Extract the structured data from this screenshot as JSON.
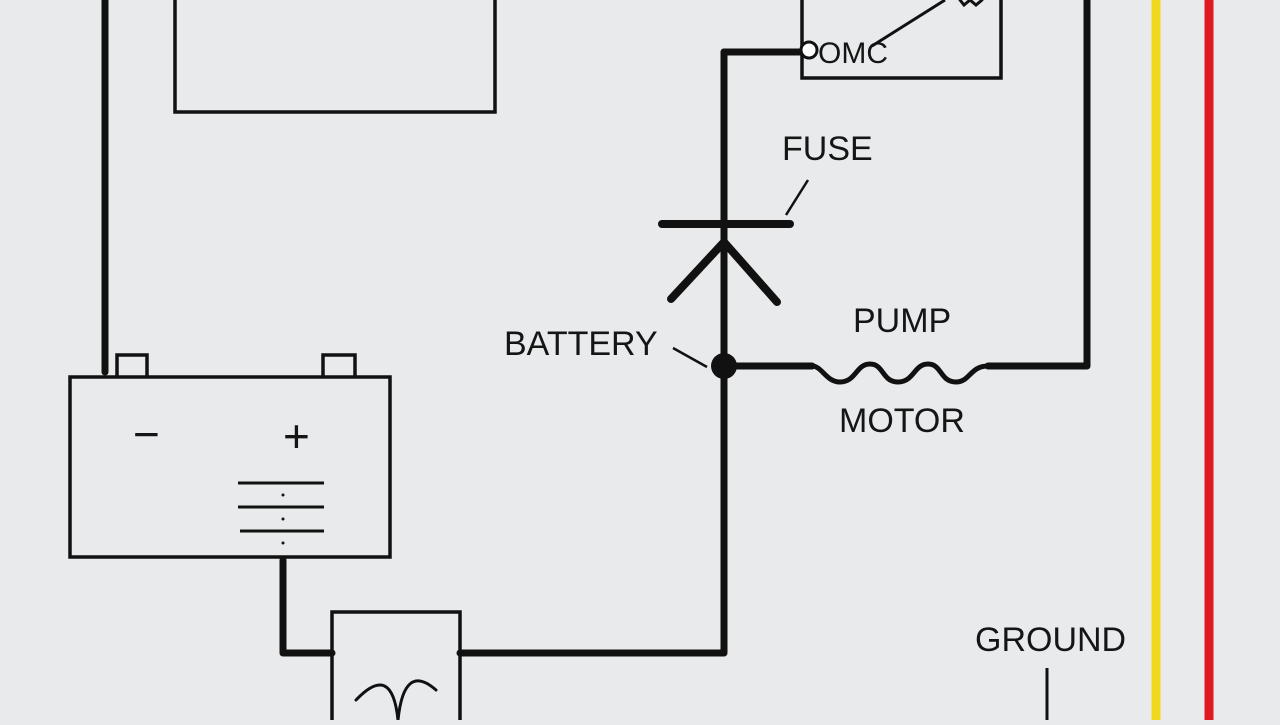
{
  "labels": {
    "fuse": "FUSE",
    "battery": "BATTERY",
    "pump": "PUMP",
    "motor": "MOTOR",
    "ground": "GROUND",
    "relay_text": "OMC",
    "battery_negative": "−",
    "battery_positive": "+"
  },
  "colors": {
    "background": "#e9eaec",
    "wire": "#111111",
    "yellow_wire": "#f2d81c",
    "red_wire": "#e0191f"
  }
}
